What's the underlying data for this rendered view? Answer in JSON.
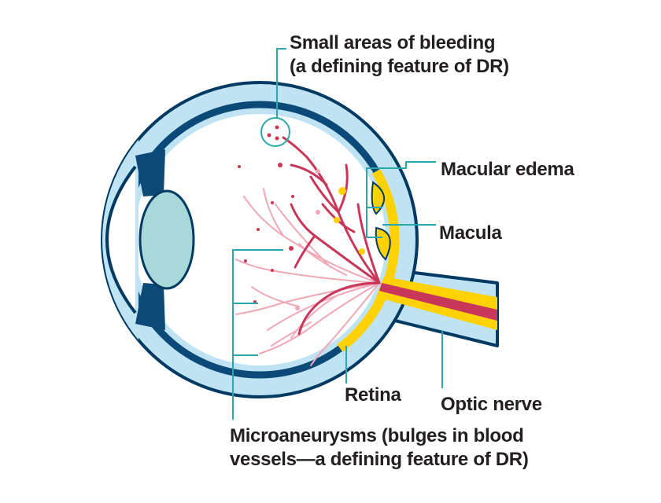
{
  "colors": {
    "sclera": "#bfe3f2",
    "outline": "#003a63",
    "choroid": "#0b4a78",
    "retina": "#ffd100",
    "lens": "#a8d9d8",
    "vessel": "#c8375a",
    "vessel_light": "#f0a7b6",
    "hemorrhage": "#d2334f",
    "leader": "#2aa7a8",
    "text": "#231f20"
  },
  "labels": {
    "bleeding_line1": "Small areas of bleeding",
    "bleeding_line2": "(a defining feature of DR)",
    "macular_edema": "Macular edema",
    "macula": "Macula",
    "retina": "Retina",
    "optic_nerve": "Optic nerve",
    "micro_line1": "Microaneurysms (bulges in blood",
    "micro_line2": "vessels—a defining feature of DR)"
  }
}
